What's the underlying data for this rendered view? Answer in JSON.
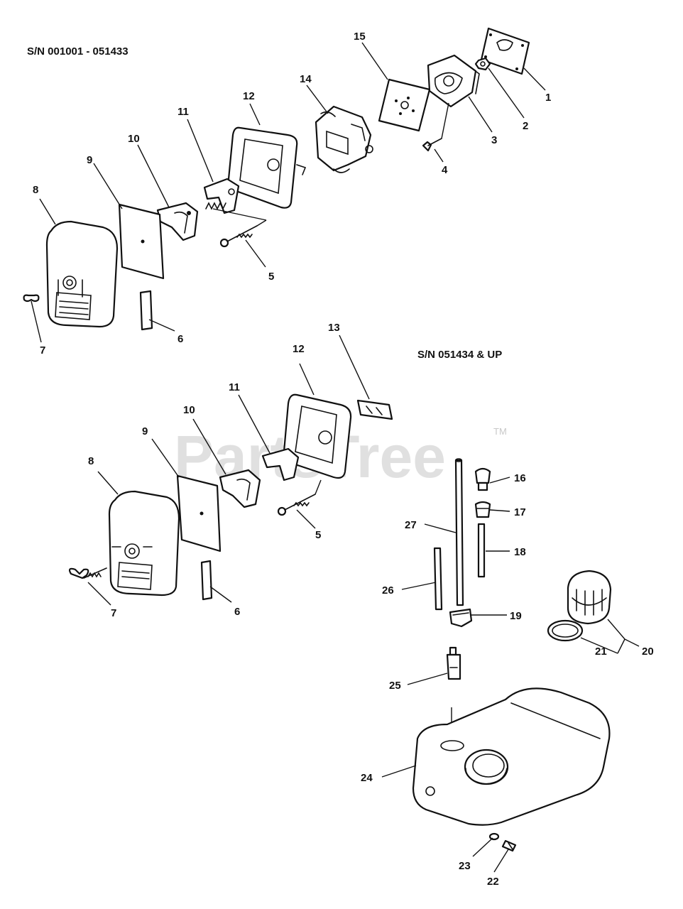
{
  "serial_ranges": {
    "top": "S/N  001001 - 051433",
    "bottom": "S/N  051434 & UP"
  },
  "watermark": {
    "text": "PartsTree",
    "tm": "TM"
  },
  "callouts": {
    "top": {
      "c1": "1",
      "c2": "2",
      "c3": "3",
      "c4": "4",
      "c5": "5",
      "c6": "6",
      "c7": "7",
      "c8": "8",
      "c9": "9",
      "c10": "10",
      "c11": "11",
      "c12": "12",
      "c14": "14",
      "c15": "15"
    },
    "bottom": {
      "c5": "5",
      "c6": "6",
      "c7": "7",
      "c8": "8",
      "c9": "9",
      "c10": "10",
      "c11": "11",
      "c12": "12",
      "c13": "13",
      "c16": "16",
      "c17": "17",
      "c18": "18",
      "c19": "19",
      "c20": "20",
      "c21": "21",
      "c22": "22",
      "c23": "23",
      "c24": "24",
      "c25": "25",
      "c26": "26",
      "c27": "27"
    }
  }
}
